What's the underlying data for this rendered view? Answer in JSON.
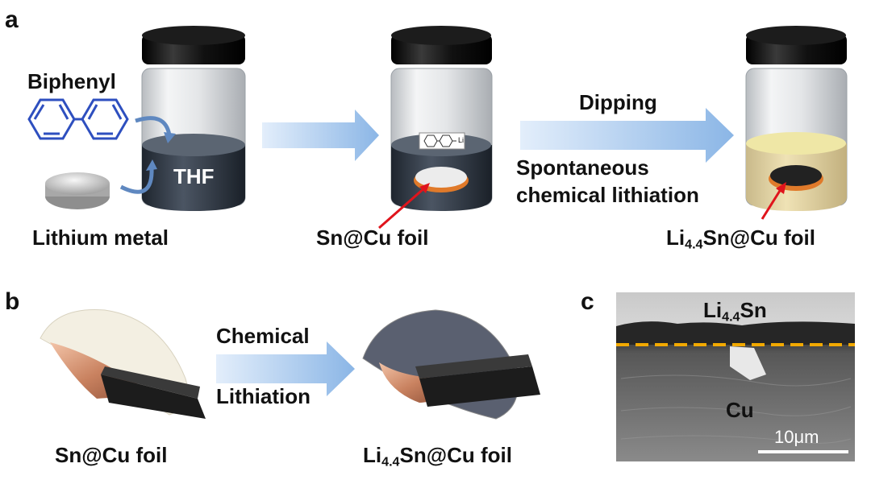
{
  "panels": {
    "a": "a",
    "b": "b",
    "c": "c"
  },
  "panel_a": {
    "biphenyl": "Biphenyl",
    "thf": "THF",
    "lithium_metal": "Lithium metal",
    "li_tag": "Li",
    "sn_cu_foil": "Sn@Cu foil",
    "dipping": "Dipping",
    "spontaneous": "Spontaneous",
    "chemical_lithiation": "chemical lithiation",
    "product_prefix": "Li",
    "product_sub": "4.4",
    "product_suffix": "Sn@Cu foil"
  },
  "panel_b": {
    "left_label": "Sn@Cu foil",
    "chemical": "Chemical",
    "lithiation": "Lithiation",
    "right_prefix": "Li",
    "right_sub": "4.4",
    "right_suffix": "Sn@Cu foil"
  },
  "panel_c": {
    "top_prefix": "Li",
    "top_sub": "4.4",
    "top_suffix": "Sn",
    "cu": "Cu",
    "scale_bar": "10μm"
  },
  "colors": {
    "arrow": "#9ec3ea",
    "jar_lid": "#111111",
    "thf_liquid": "#3c4654",
    "orange_foil": "#e07a2a",
    "red_pointer": "#e0141c",
    "yellow_solution": "#efe7a6",
    "dashed_line": "#f2a900",
    "biphenyl_blue": "#2e4fbf"
  }
}
